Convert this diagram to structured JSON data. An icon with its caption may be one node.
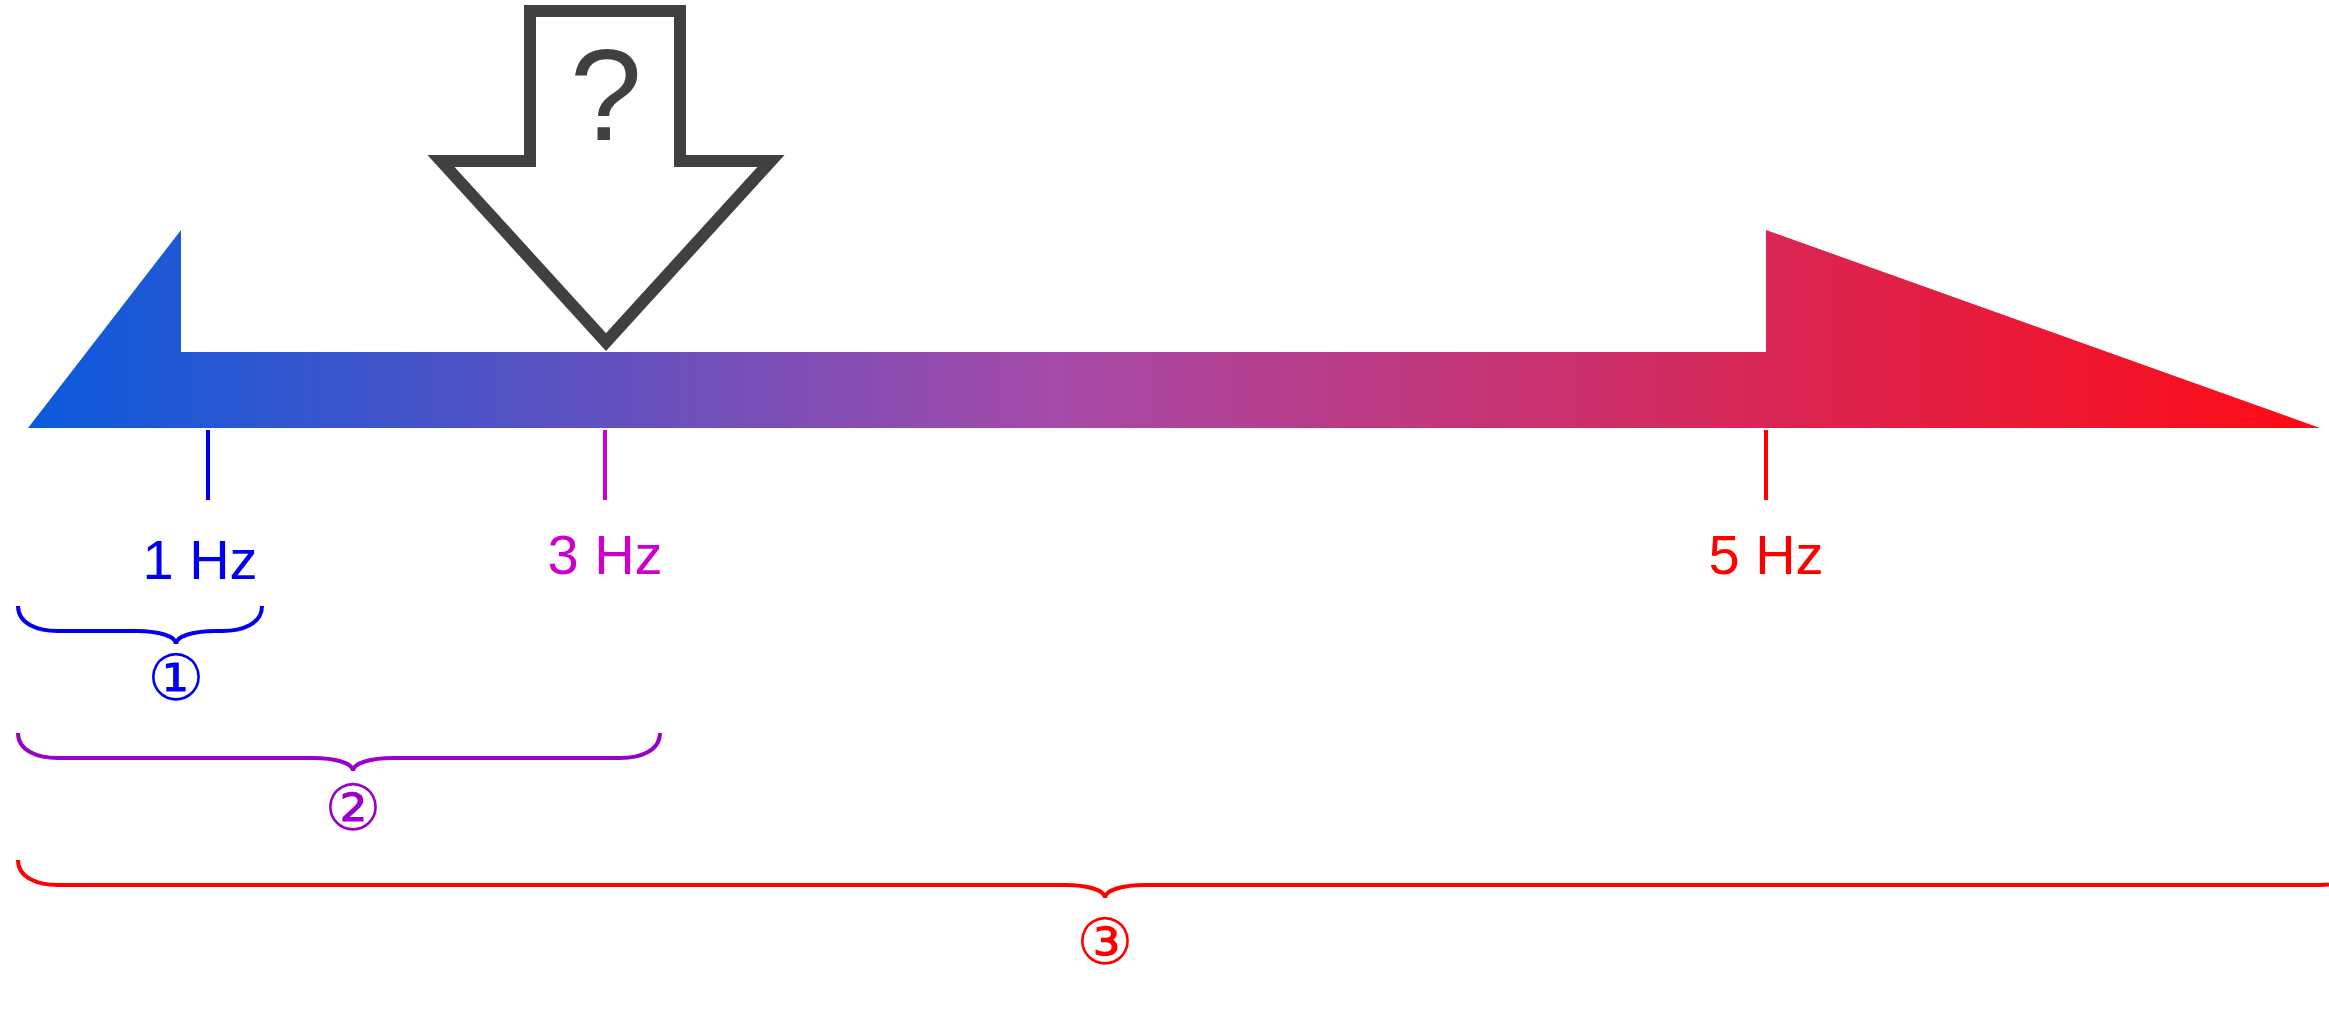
{
  "diagram": {
    "nodes": [
      {
        "text": [
          "?"
        ]
      }
    ],
    "labels": [
      "1 Hz",
      "3 Hz",
      "5 Hz",
      "①",
      "②",
      "③"
    ]
  }
}
